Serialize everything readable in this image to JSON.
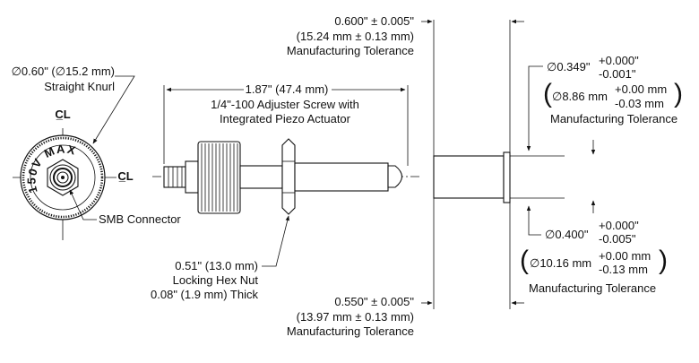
{
  "knurl": {
    "line1": "∅0.60\" (∅15.2 mm)",
    "line2": "Straight Knurl",
    "engraving": "150V MAX"
  },
  "cl_top": "C̲L",
  "cl_right": "C̲L",
  "smb": "SMB Connector",
  "screw": {
    "line1": "1.87\" (47.4 mm)",
    "line2": "1/4\"-100 Adjuster Screw with",
    "line3": "Integrated Piezo Actuator"
  },
  "hexnut": {
    "line1": "0.51\" (13.0 mm)",
    "line2": "Locking Hex Nut",
    "line3": "0.08\" (1.9 mm) Thick"
  },
  "tol_top": {
    "line1": "0.600\" ± 0.005\"",
    "line2": "(15.24 mm ± 0.13 mm)",
    "line3": "Manufacturing Tolerance"
  },
  "tol_bottom": {
    "line1": "0.550\" ± 0.005\"",
    "line2": "(13.97 mm ± 0.13 mm)",
    "line3": "Manufacturing Tolerance"
  },
  "dia_small": {
    "main": "∅0.349\"",
    "plus": "+0.000\"",
    "minus": "-0.001\"",
    "mm_main": "∅8.86 mm",
    "mm_plus": "+0.00 mm",
    "mm_minus": "-0.03 mm",
    "note": "Manufacturing Tolerance"
  },
  "dia_large": {
    "main": "∅0.400\"",
    "plus": "+0.000\"",
    "minus": "-0.005\"",
    "mm_main": "∅10.16 mm",
    "mm_plus": "+0.00 mm",
    "mm_minus": "-0.13 mm",
    "note": "Manufacturing Tolerance"
  }
}
